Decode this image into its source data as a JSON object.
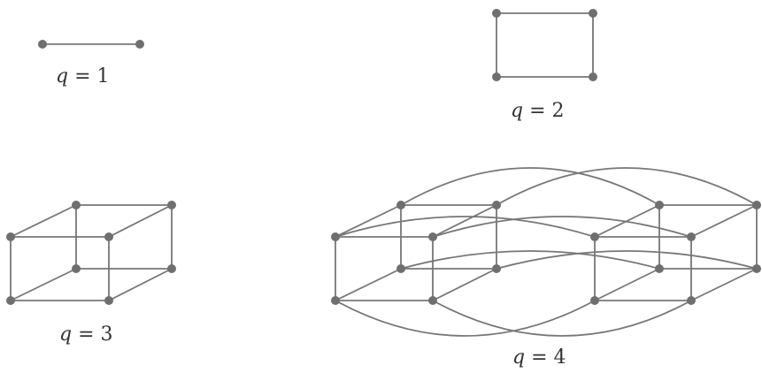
{
  "labels": {
    "q1": {
      "var": "q",
      "rest": " = 1"
    },
    "q2": {
      "var": "q",
      "rest": " = 2"
    },
    "q3": {
      "var": "q",
      "rest": " = 3"
    },
    "q4": {
      "var": "q",
      "rest": " = 4"
    }
  },
  "colors": {
    "edge": "#777777",
    "node": "#6f6f6f",
    "text": "#333333",
    "background": "#ffffff"
  }
}
